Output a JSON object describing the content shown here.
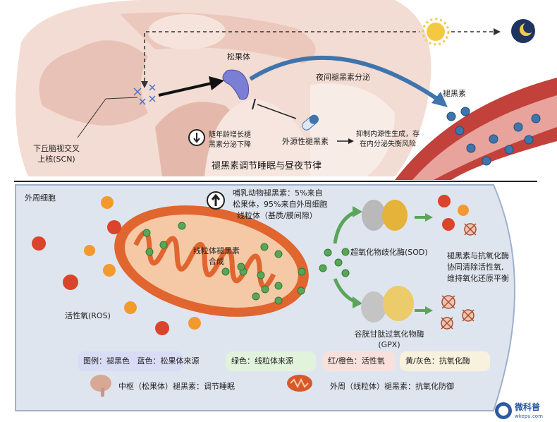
{
  "top_panel": {
    "pineal_label": "松果体",
    "night_secretion": "夜间褪黑素分泌",
    "melatonin_label": "褪黑素",
    "scn_label_line1": "下丘脑视交叉",
    "scn_label_line2": "上核(SCN)",
    "age_decline_line1": "随年龄增长褪",
    "age_decline_line2": "黑素分泌下降",
    "exogenous_label": "外源性褪黑素",
    "risk_line1": "抑制内源性生成，存",
    "risk_line2": "在内分泌失衡风险",
    "title": "褪黑素调节睡眠与昼夜节律"
  },
  "bottom_panel": {
    "region_label": "外周细胞",
    "source_line1": "哺乳动物褪黑素：5%来自",
    "source_line2": "松果体，95%来自外周细胞",
    "source_line3": "线粒体（基质/膜间隙）",
    "mito_synthesis_line1": "线粒体褪黑素",
    "mito_synthesis_line2": "合成",
    "sod_label": "超氧化物歧化酶(SOD)",
    "gpx_label_line1": "谷胱甘肽过氧化物酶",
    "gpx_label_line2": "(GPX)",
    "synergy_line1": "褪黑素与抗氧化酶",
    "synergy_line2": "协同清除活性氧,",
    "synergy_line3": "维持氧化还原平衡",
    "ros_label": "活性氧(ROS)"
  },
  "legend": {
    "items": [
      {
        "label": "图例：褪黑色   蓝色：松果体来源",
        "color": "#d9dcf5"
      },
      {
        "label": "绿色：线粒体来源",
        "color": "#e1f3dc"
      },
      {
        "label": "红/橙色：活性氧",
        "color": "#f8e1dc"
      },
      {
        "label": "黄/灰色：抗氧化酶",
        "color": "#f8f1dd"
      }
    ],
    "central": "中枢（松果体）褪黑素：调节睡眠",
    "peripheral": "外周（线粒体）褪黑素：抗氧化防御"
  },
  "watermark": {
    "name": "微科普",
    "site": "wkepu.com"
  },
  "colors": {
    "melatonin_blue": "#3f74ad",
    "mito_green": "#5aa55a",
    "ros_red": "#d9442a",
    "panel_bg": "#dfe5ef"
  }
}
